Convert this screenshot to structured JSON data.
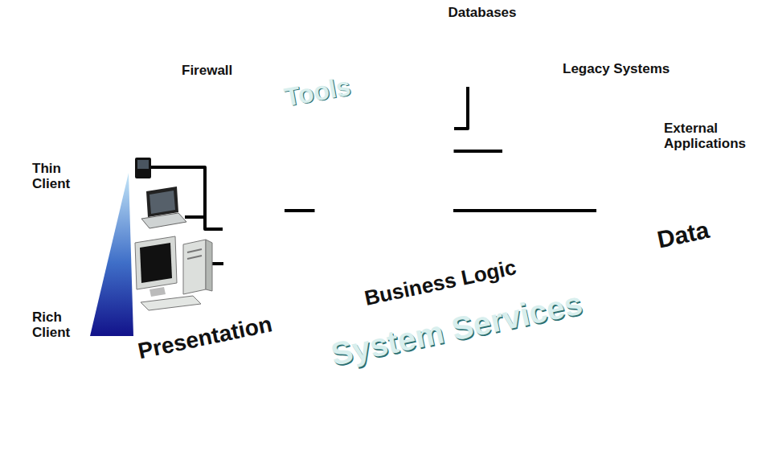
{
  "diagram": {
    "nodes": [
      {
        "text": [
          "Tools"
        ]
      },
      {
        "text": [
          "System Services"
        ]
      },
      {
        "text": [
          "Presentation"
        ]
      },
      {
        "text": [
          "Business Logic"
        ]
      },
      {
        "text": [
          "Data"
        ]
      },
      {
        "text": [
          "Firewall"
        ]
      },
      {
        "text": [
          "Databases"
        ]
      },
      {
        "text": [
          "Legacy Systems"
        ]
      },
      {
        "text": [
          "External Applications"
        ]
      }
    ],
    "edges": [
      {
        "from": 5,
        "to": 3,
        "arrow": "none"
      },
      {
        "from": 3,
        "to": 6,
        "arrow": "none"
      },
      {
        "from": 3,
        "to": 7,
        "arrow": "none"
      },
      {
        "from": 3,
        "to": 8,
        "arrow": "none"
      }
    ],
    "labels": [
      "Thin Client",
      "Rich Client"
    ]
  }
}
